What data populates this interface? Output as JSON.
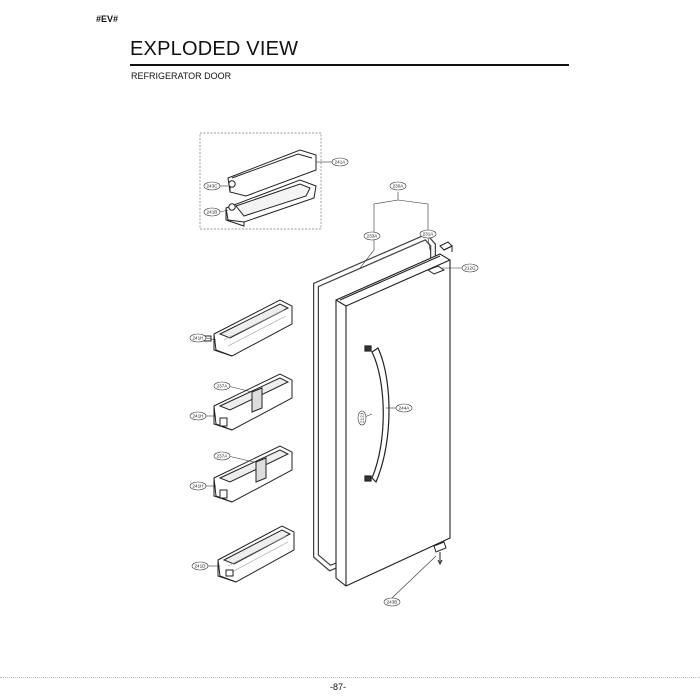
{
  "header": {
    "tag": "#EV#",
    "title": "EXPLODED VIEW",
    "subtitle": "REFRIGERATOR DOOR"
  },
  "footer": {
    "page_number": "-87-"
  },
  "callouts": {
    "c241A_top": "241A",
    "c243C": "243C",
    "c241B": "241B",
    "c230A": "230A",
    "c233A": "233A",
    "c231A": "231A",
    "c212G": "212G",
    "c241H_1": "241H",
    "c237A_1": "237A",
    "c241H_2": "241H",
    "c237A_2": "237A",
    "c241H_3": "241H",
    "c212J": "212J",
    "c244A": "244A",
    "c241D": "241D",
    "c243B": "243B"
  }
}
